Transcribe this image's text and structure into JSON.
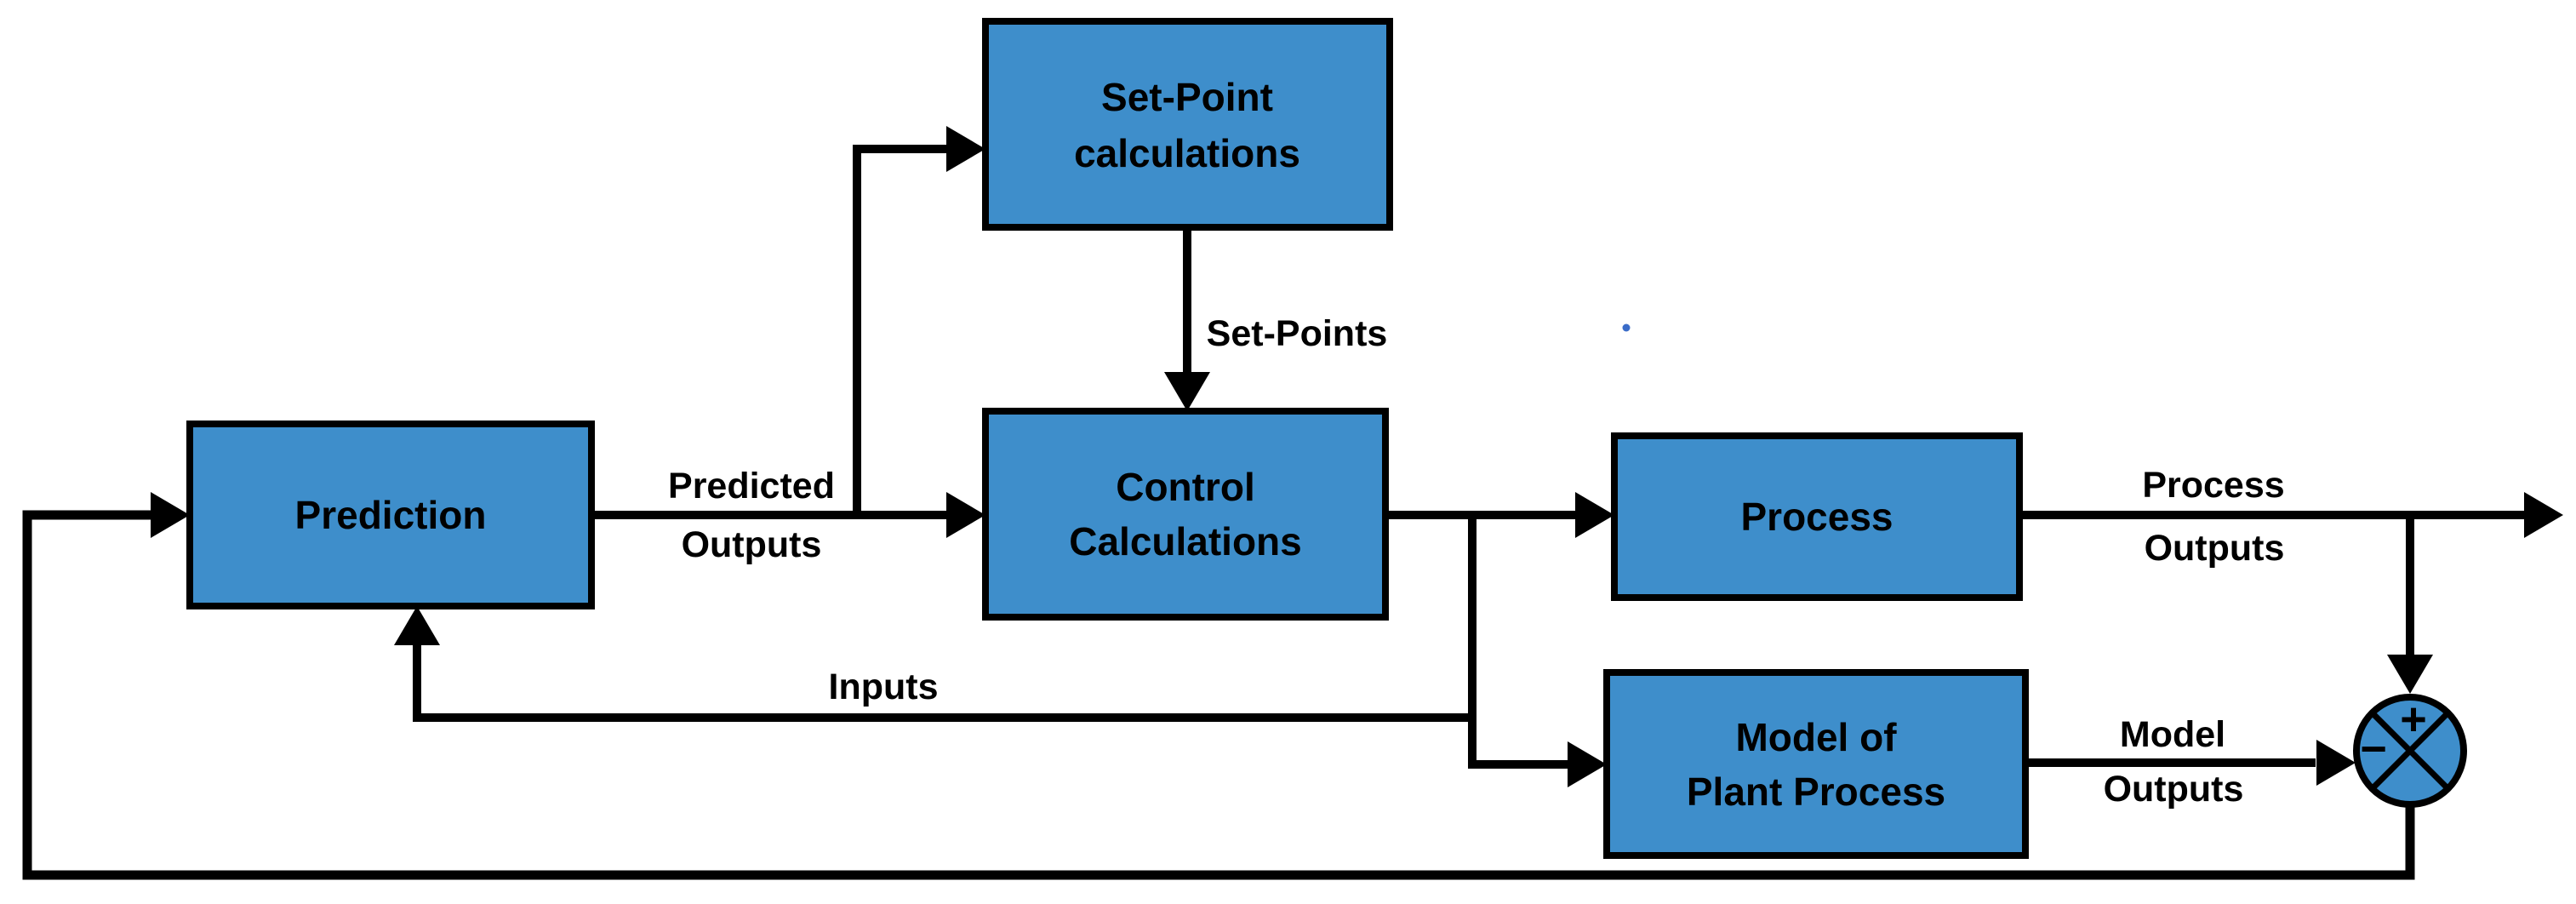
{
  "diagram": {
    "boxes": {
      "prediction": {
        "label": "Prediction"
      },
      "setpoint": {
        "line1": "Set-Point",
        "line2": "calculations"
      },
      "control": {
        "line1": "Control",
        "line2": "Calculations"
      },
      "process": {
        "label": "Process"
      },
      "model": {
        "line1": "Model of",
        "line2": "Plant Process"
      }
    },
    "edge_labels": {
      "predicted_outputs": {
        "line1": "Predicted",
        "line2": "Outputs"
      },
      "set_points": "Set-Points",
      "inputs": "Inputs",
      "process_outputs": {
        "line1": "Process",
        "line2": "Outputs"
      },
      "model_outputs": {
        "line1": "Model",
        "line2": "Outputs"
      }
    },
    "summing_junction": {
      "plus": "+",
      "minus": "−"
    }
  },
  "colors": {
    "box_fill": "#3e8ecb",
    "box_border": "#000000",
    "line": "#000000",
    "text": "#000000",
    "dot": "#3a6cc8",
    "background": "#ffffff"
  }
}
